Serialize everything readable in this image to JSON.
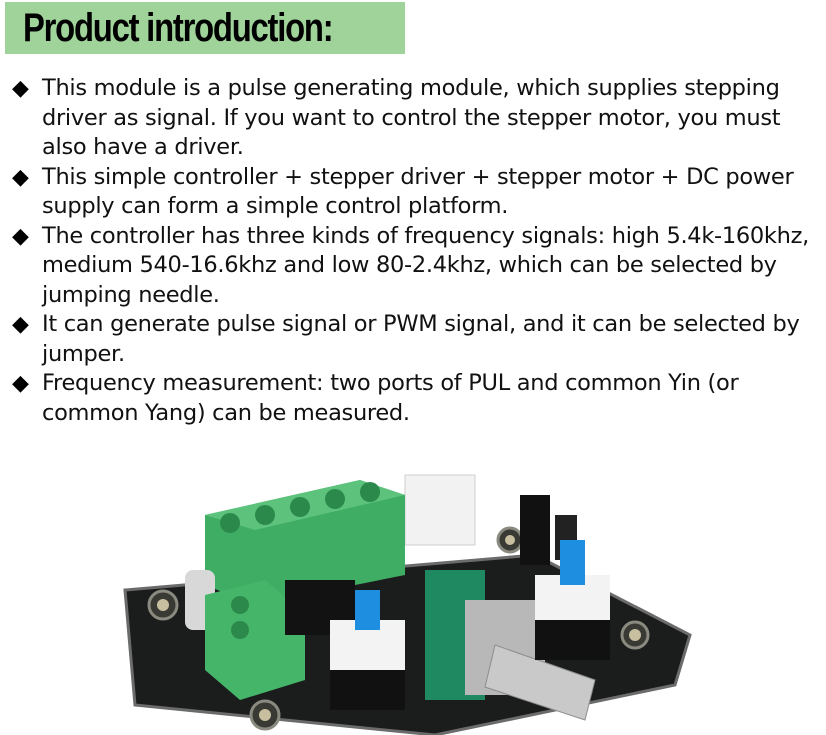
{
  "header": {
    "title": "Product introduction:",
    "background_color": "#9fd39a"
  },
  "features": [
    {
      "bullet": "◆",
      "text": "This module is a pulse generating module, which supplies stepping driver as signal. If you want to control the stepper motor, you must also have a driver."
    },
    {
      "bullet": "◆",
      "text": "This simple controller + stepper driver + stepper motor + DC power supply can form a simple control platform."
    },
    {
      "bullet": "◆",
      "text": "The controller has three kinds of frequency signals: high 5.4k-160khz, medium 540-16.6khz and low 80-2.4khz, which can be selected by jumping needle."
    },
    {
      "bullet": "◆",
      "text": "It can generate pulse signal or PWM signal, and it can be selected by jumper."
    },
    {
      "bullet": "◆",
      "text": "Frequency measurement: two ports of PUL and common Yin (or common Yang) can be measured."
    }
  ],
  "image": {
    "alt": "Stepper motor pulse generator module board with green screw terminals, blue push buttons and rotary potentiometer"
  }
}
